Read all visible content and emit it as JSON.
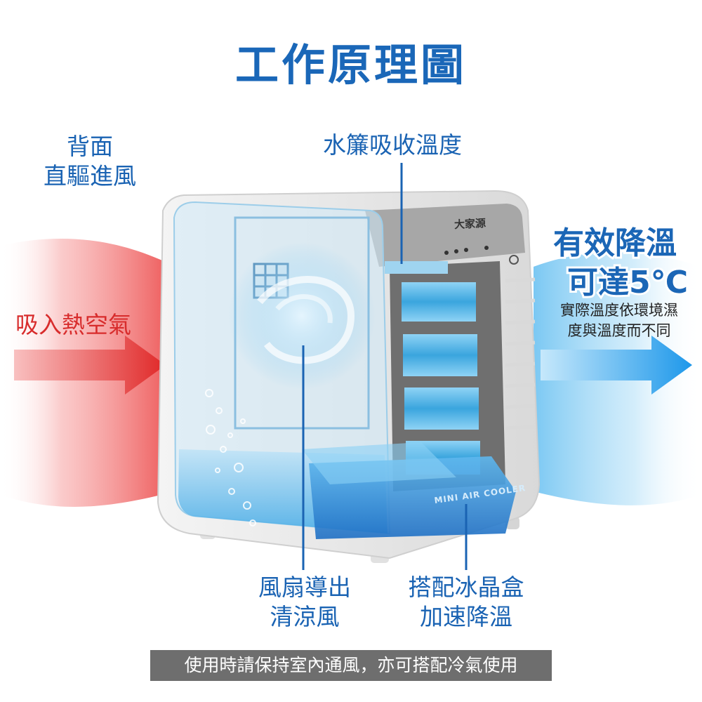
{
  "title": "工作原理圖",
  "labels": {
    "back_intake_line1": "背面",
    "back_intake_line2": "直驅進風",
    "water_curtain": "水簾吸收溫度",
    "hot_air_in": "吸入熱空氣",
    "cooling_line1": "有效降溫",
    "cooling_line2_prefix": "可達",
    "cooling_line2_value": "5℃",
    "note_line1": "實際溫度依環境濕",
    "note_line2": "度與溫度而不同",
    "fan_line1": "風扇導出",
    "fan_line2": "清涼風",
    "ice_line1": "搭配冰晶盒",
    "ice_line2": "加速降溫"
  },
  "footer": "使用時請保持室內通風，亦可搭配冷氣使用",
  "product_marks": {
    "brand": "大家源",
    "ice_box_label": "MINI AIR COOLER"
  },
  "colors": {
    "title_blue": "#1a67b8",
    "label_blue": "#1a63b3",
    "hot_red": "#d82c2c",
    "cool_blue": "#2196e8",
    "tank_blue": "#4fb3ea",
    "footer_gray": "#6e6e6e"
  }
}
